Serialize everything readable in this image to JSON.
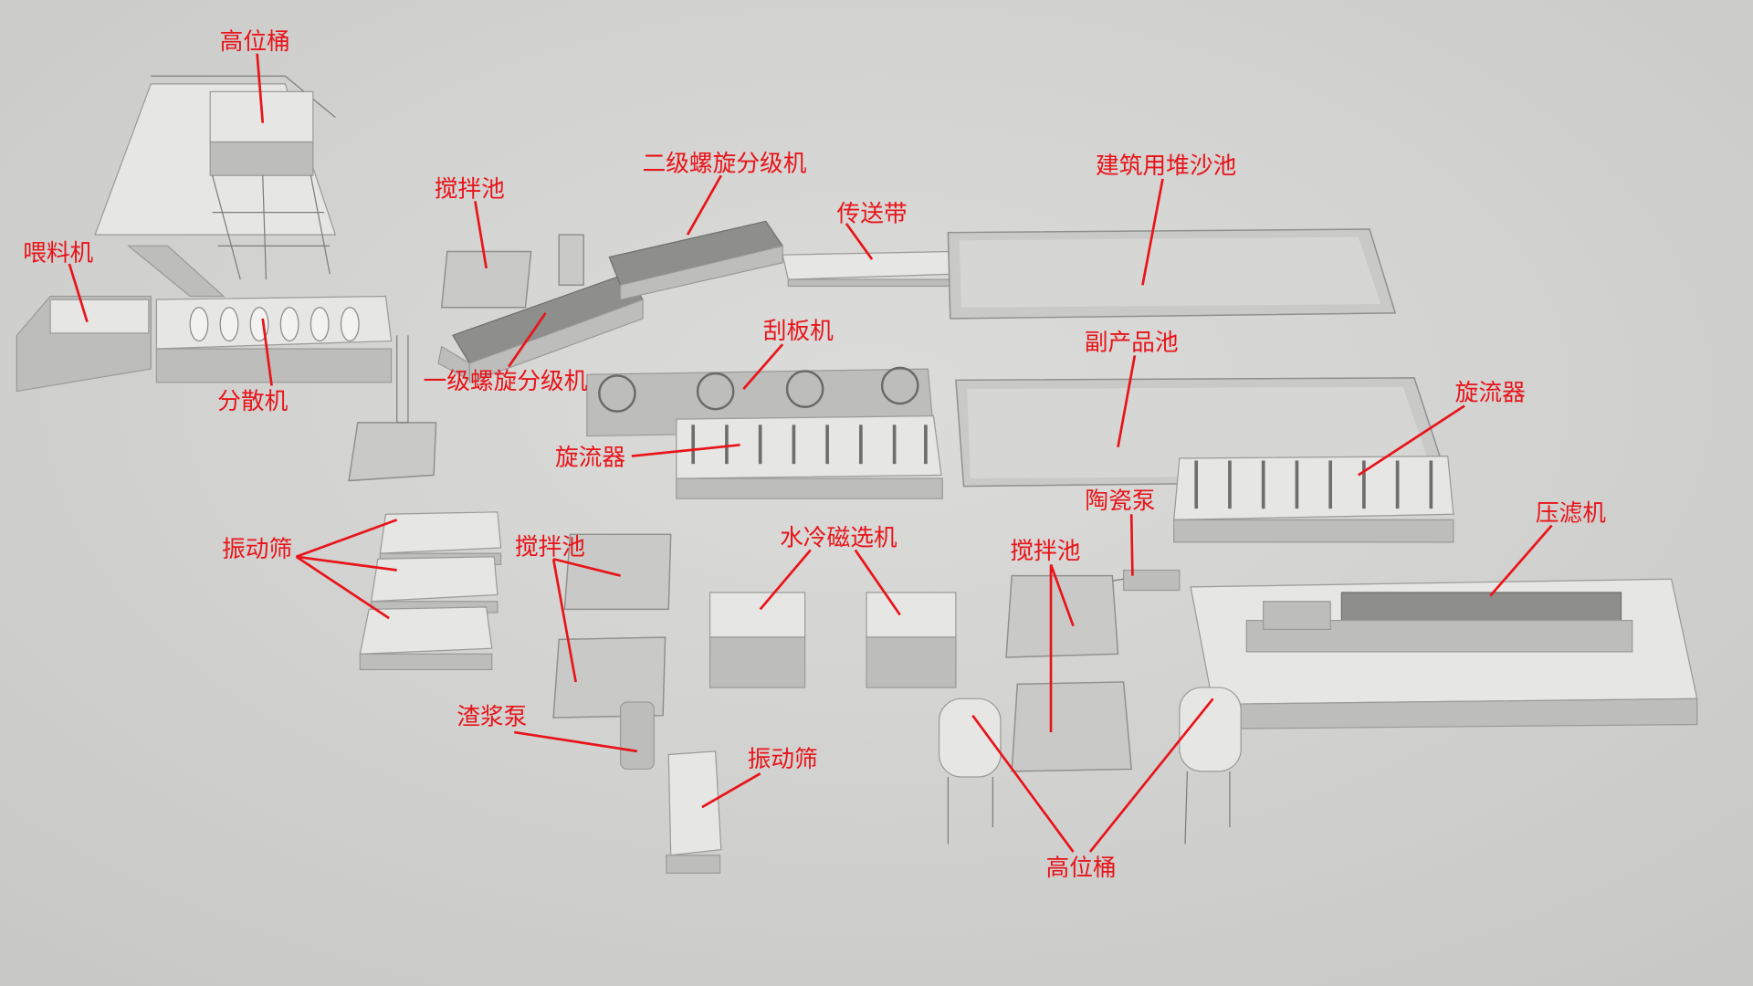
{
  "labels": {
    "head_tank_top": "高位桶",
    "feeder": "喂料机",
    "disperser": "分散机",
    "mixing_tank_1": "搅拌池",
    "secondary_spiral_classifier": "二级螺旋分级机",
    "conveyor_belt": "传送带",
    "construction_sand_pool": "建筑用堆沙池",
    "primary_spiral_classifier": "一级螺旋分级机",
    "scraper": "刮板机",
    "byproduct_pool": "副产品池",
    "hydrocyclone_1": "旋流器",
    "hydrocyclone_2": "旋流器",
    "ceramic_pump": "陶瓷泵",
    "filter_press": "压滤机",
    "vibrating_screen_1": "振动筛",
    "mixing_tank_2": "搅拌池",
    "water_cooled_magnetic_separator": "水冷磁选机",
    "mixing_tank_3": "搅拌池",
    "slurry_pump": "渣浆泵",
    "vibrating_screen_2": "振动筛",
    "head_tank_bottom": "高位桶"
  },
  "colors": {
    "label": "#e8141a",
    "background": "#d4d4d2",
    "equipment": "#e6e6e4"
  }
}
